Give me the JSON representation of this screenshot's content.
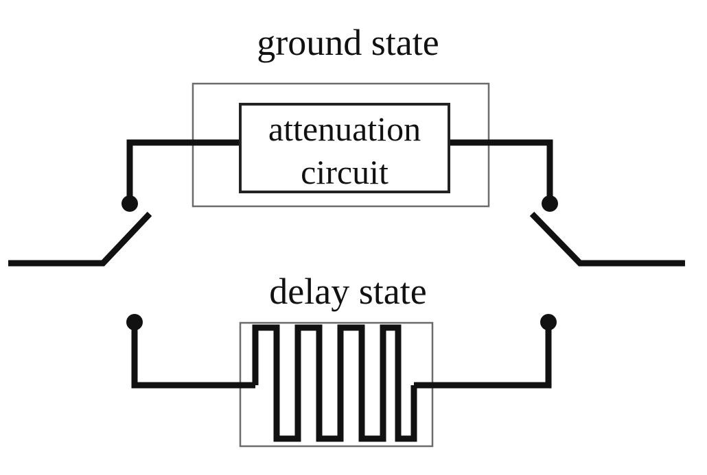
{
  "labels": {
    "ground_state": "ground state",
    "attenuation_line1": "attenuation",
    "attenuation_line2": "circuit",
    "delay_state": "delay state"
  },
  "colors": {
    "line": "#111111",
    "outer_box": "#6b6b6b",
    "background": "#ffffff"
  },
  "components": {
    "attenuation_path": "attenuation circuit within ground state block",
    "delay_path": "meander delay line",
    "switches": "two single-pole double-throw switches"
  }
}
